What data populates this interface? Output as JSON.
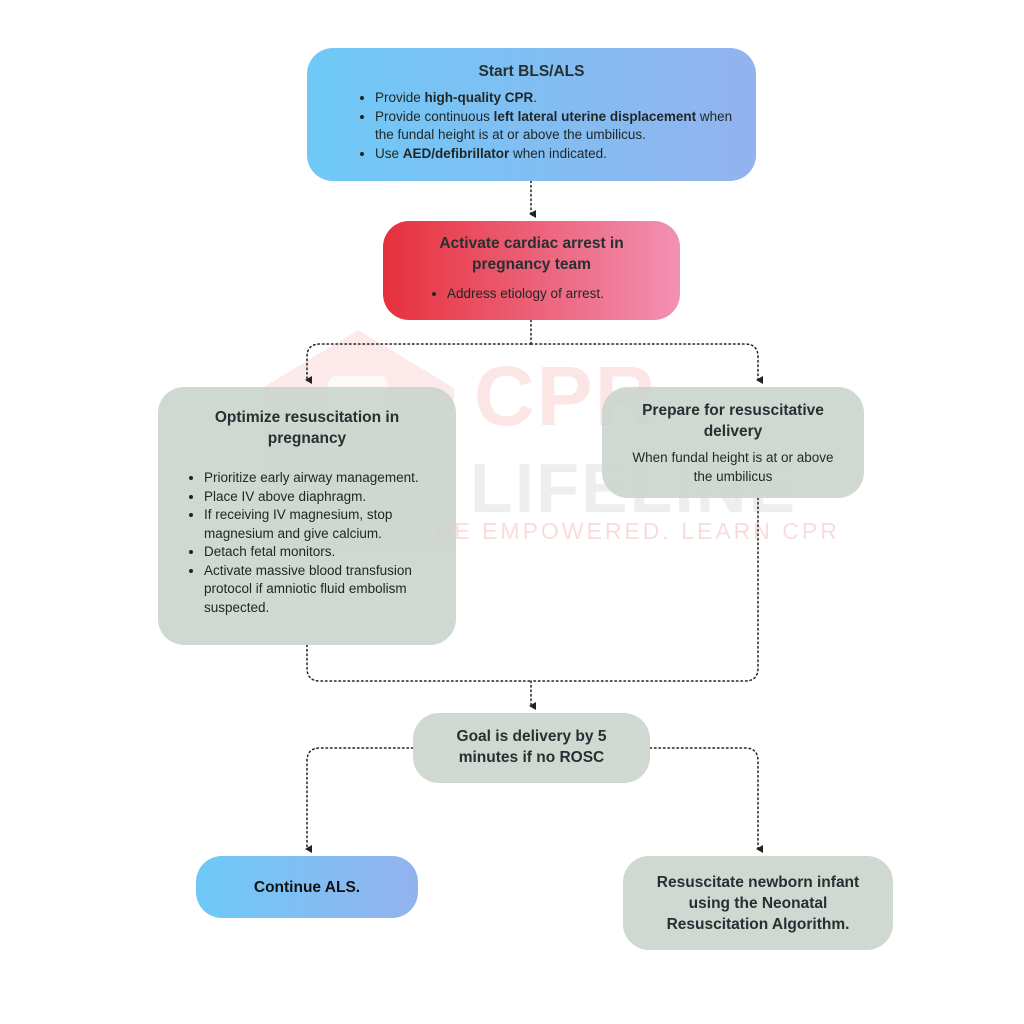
{
  "watermark": {
    "brand_top": "CPR",
    "brand_bottom": "LIFELINE",
    "tagline": "BE EMPOWERED. LEARN CPR"
  },
  "colors": {
    "blue_start": "#6ec9f7",
    "blue_end": "#93b3ee",
    "red_start": "#e6303b",
    "red_end": "#f291b4",
    "gray_box": "#cbd5ce",
    "connector": "#222222"
  },
  "nodes": {
    "start": {
      "title": "Start BLS/ALS",
      "items": [
        {
          "pre": "Provide ",
          "bold": "high-quality CPR",
          "post": "."
        },
        {
          "pre": "Provide continuous ",
          "bold": "left lateral uterine displacement",
          "post": " when the fundal height is at or above the umbilicus."
        },
        {
          "pre": "Use ",
          "bold": "AED/defibrillator",
          "post": " when indicated."
        }
      ]
    },
    "team": {
      "title": "Activate cardiac arrest in pregnancy team",
      "items": [
        "Address etiology of arrest."
      ]
    },
    "optimize": {
      "title": "Optimize resuscitation in pregnancy",
      "items": [
        "Prioritize early airway management.",
        "Place IV above diaphragm.",
        "If receiving IV magnesium, stop magnesium and give calcium.",
        "Detach fetal monitors.",
        "Activate massive blood transfusion protocol if amniotic fluid embolism suspected."
      ]
    },
    "prepare": {
      "title": "Prepare for resuscitative delivery",
      "subtitle": "When fundal height is at or above the umbilicus"
    },
    "goal": {
      "title": "Goal is delivery by 5 minutes if no ROSC"
    },
    "continue_als": {
      "title": "Continue ALS."
    },
    "newborn": {
      "title": "Resuscitate newborn infant using the Neonatal Resuscitation Algorithm."
    }
  }
}
